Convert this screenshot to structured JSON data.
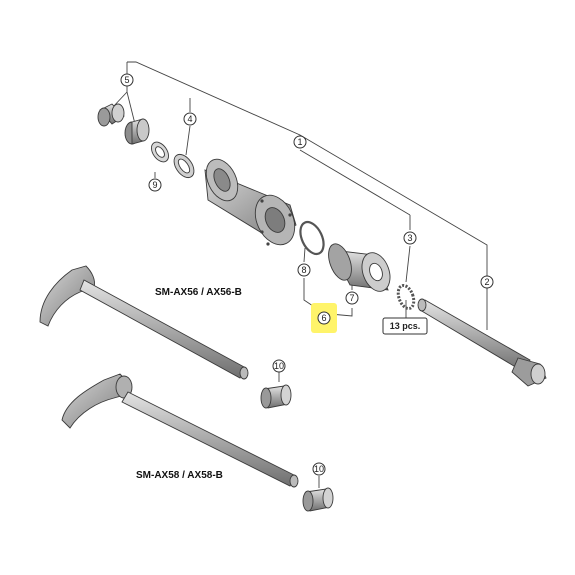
{
  "diagram": {
    "callouts": {
      "c1": "1",
      "c2": "2",
      "c3": "3",
      "c4": "4",
      "c5": "5",
      "c6": "6",
      "c7": "7",
      "c8": "8",
      "c9": "9",
      "c10a": "10",
      "c10b": "10"
    },
    "pcs_label": "13 pcs.",
    "model_label_ax56": "SM-AX56 / AX56-B",
    "model_label_ax58": "SM-AX58 / AX58-B",
    "highlight_color": "#fff46a",
    "line_color": "#444444",
    "part_fill": "#bdbdbd"
  }
}
